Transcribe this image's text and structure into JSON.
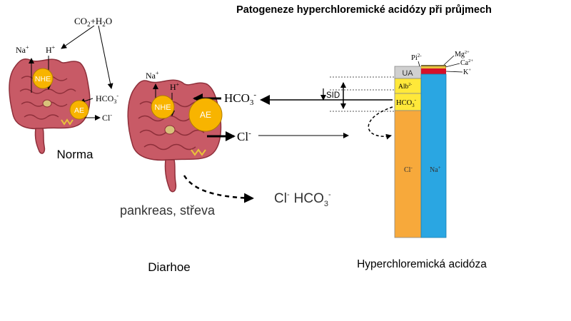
{
  "title": "Patogeneze hyperchloremické acidózy při průjmech",
  "normal": {
    "caption": "Norma",
    "co2_h2o": {
      "co": "CO",
      "sub2": "2",
      "plus_h": "+H",
      "sub2b": "2",
      "o": "O"
    },
    "na": {
      "base": "Na",
      "sup": "+"
    },
    "h": {
      "base": "H",
      "sup": "+"
    },
    "nhe": "NHE",
    "ae": "AE",
    "hco3": {
      "base": "HCO",
      "sub": "3",
      "sup": "-"
    },
    "cl": {
      "base": "Cl",
      "sup": "-"
    }
  },
  "diarrhea": {
    "caption": "Diarhoe",
    "na": {
      "base": "Na",
      "sup": "+"
    },
    "h": {
      "base": "H",
      "sup": "+"
    },
    "nhe": "NHE",
    "ae": "AE",
    "hco3": {
      "base": "HCO",
      "sub": "3",
      "sup": "-"
    },
    "cl": {
      "base": "Cl",
      "sup": "-"
    },
    "source": "pankreas, střeva",
    "loss_cl": {
      "base": "Cl",
      "sup": "-"
    },
    "loss_hco3": {
      "base": "HCO",
      "sub": "3",
      "sup": "-"
    }
  },
  "gamblegram": {
    "caption": "Hyperchloremická acidóza",
    "sid": "SID",
    "left_column": [
      {
        "label": "UA",
        "color": "#d0d0d0"
      },
      {
        "label": "Alb",
        "sup": "2-",
        "color": "#ffe83a"
      },
      {
        "label": "HCO",
        "sub": "3",
        "sup": "-",
        "color": "#ffe83a"
      },
      {
        "label": "Cl",
        "sup": "-",
        "color": "#f7a93b"
      }
    ],
    "right_column": [
      {
        "label": "Mg",
        "sup": "2+",
        "color": "#7a6a3a"
      },
      {
        "label": "Ca",
        "sup": "2+",
        "color": "#e8c23a"
      },
      {
        "label": "K",
        "sup": "+",
        "color": "#d4102a"
      },
      {
        "label": "Na",
        "sup": "+",
        "color": "#2aa6e2"
      }
    ],
    "pi": {
      "base": "Pi",
      "sup": "2-"
    }
  },
  "colors": {
    "gut": "#c85a66",
    "gut_dark": "#8e2f3a",
    "transporter": "#f8b400",
    "cl_column": "#f7a93b",
    "na_column": "#2aa6e2"
  }
}
